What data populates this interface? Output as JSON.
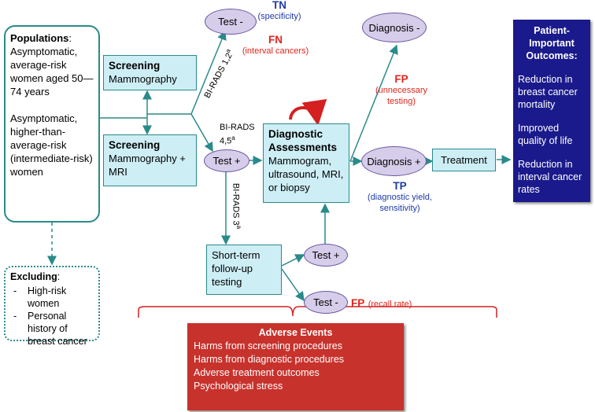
{
  "populations": {
    "heading": "Populations",
    "average_risk": "Asymptomatic, average-risk women aged 50—74 years",
    "higher_risk": "Asymptomatic, higher-than-average-risk (intermediate-risk) women"
  },
  "excluding": {
    "heading": "Excluding",
    "items": [
      "High-risk women",
      "Personal history of breast cancer"
    ]
  },
  "screening_1": {
    "title": "Screening",
    "body": "Mammography"
  },
  "screening_2": {
    "title": "Screening",
    "body": "Mammography + MRI"
  },
  "test_neg_top": "Test -",
  "test_pos_mid": "Test +",
  "test_pos_low": "Test +",
  "test_neg_low": "Test -",
  "tn": {
    "label": "TN",
    "sub": "(specificity)"
  },
  "fn": {
    "label": "FN",
    "sub": "(interval cancers)"
  },
  "birads_12": {
    "text": "BI-RADS 1,2",
    "sup": "a"
  },
  "birads_45": {
    "text": "BI-RADS 4,5",
    "sup": "a"
  },
  "birads_3": {
    "text": "BI-RADS 3",
    "sup": "a"
  },
  "diagnostic": {
    "title": "Diagnostic Assessments",
    "body": "Mammogram, ultrasound, MRI, or biopsy"
  },
  "short_term": "Short-term follow-up testing",
  "diag_neg": "Diagnosis -",
  "diag_pos": "Diagnosis +",
  "treatment": "Treatment",
  "fp_top": {
    "label": "FP",
    "sub": "(unnecessary testing)"
  },
  "tp": {
    "label": "TP",
    "sub": "(diagnostic yield, sensitivity)"
  },
  "fp_bottom": {
    "label": "FP",
    "sub": "(recall rate)"
  },
  "outcomes": {
    "heading": "Patient-Important Outcomes:",
    "items": [
      "Reduction in breast cancer mortality",
      "Improved quality of life",
      "Reduction in interval cancer rates"
    ]
  },
  "adverse": {
    "heading": "Adverse Events",
    "items": [
      "Harms from screening procedures",
      "Harms from diagnostic procedures",
      "Adverse treatment outcomes",
      "Psychological stress"
    ]
  },
  "colors": {
    "teal": "#2a8a8a",
    "box_fill": "#cdeef5",
    "oval_fill": "#d6cdea",
    "outcomes_bg": "#1a1a8c",
    "adverse_bg": "#c8322c",
    "tp_tn_blue": "#1f3aa6",
    "fp_fn_red": "#e0241b"
  }
}
